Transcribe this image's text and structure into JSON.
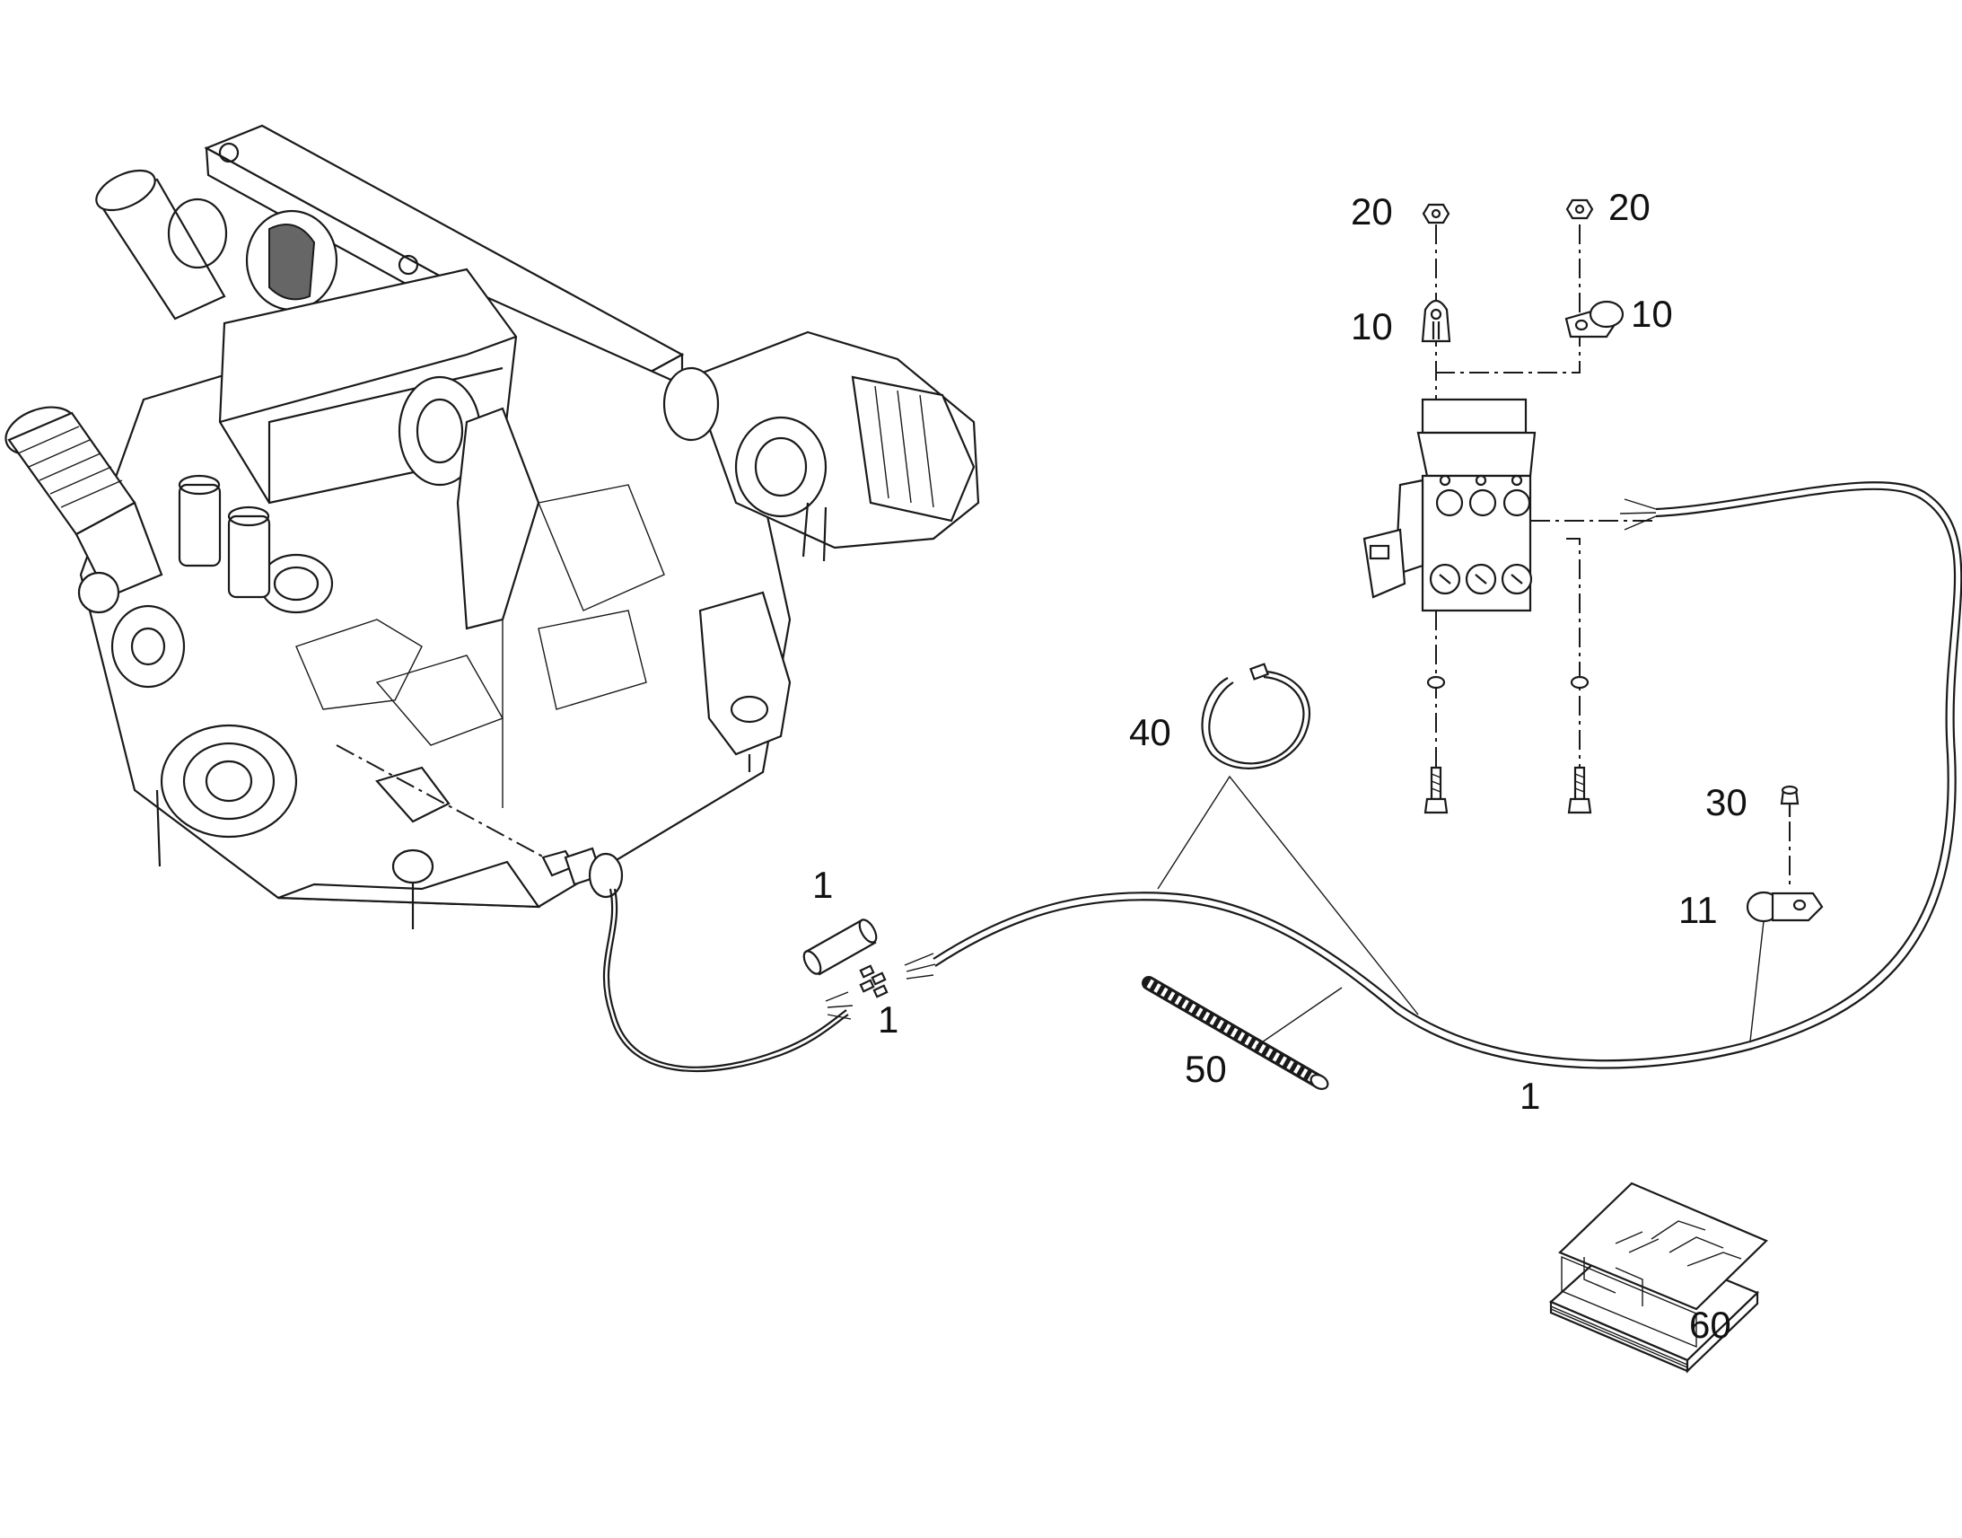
{
  "callouts": {
    "c20_left": "20",
    "c20_right": "20",
    "c10_left": "10",
    "c10_right": "10",
    "c40": "40",
    "c1_tube": "1",
    "c1_pins": "1",
    "c1_harness": "1",
    "c50": "50",
    "c30": "30",
    "c11": "11",
    "c60": "60"
  },
  "colors": {
    "line": "#1a1a1a",
    "background": "#ffffff",
    "shade": "#666666"
  }
}
